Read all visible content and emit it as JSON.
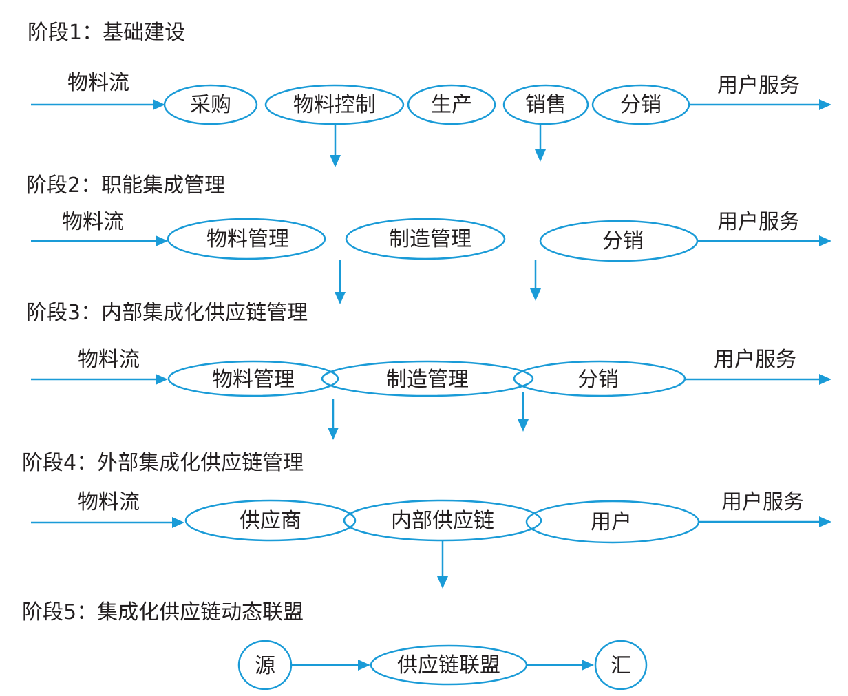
{
  "colors": {
    "accent": "#1a9bd7",
    "text": "#231f20"
  },
  "stages": [
    {
      "title": "阶段1：基础建设",
      "left_label": "物料流",
      "right_label": "用户服务",
      "nodes": [
        "采购",
        "物料控制",
        "生产",
        "销售",
        "分销"
      ]
    },
    {
      "title": "阶段2：职能集成管理",
      "left_label": "物料流",
      "right_label": "用户服务",
      "nodes": [
        "物料管理",
        "制造管理",
        "分销"
      ]
    },
    {
      "title": "阶段3：内部集成化供应链管理",
      "left_label": "物料流",
      "right_label": "用户服务",
      "nodes": [
        "物料管理",
        "制造管理",
        "分销"
      ]
    },
    {
      "title": "阶段4：外部集成化供应链管理",
      "left_label": "物料流",
      "right_label": "用户服务",
      "nodes": [
        "供应商",
        "内部供应链",
        "用户"
      ]
    },
    {
      "title": "阶段5：集成化供应链动态联盟",
      "nodes": [
        "源",
        "供应链联盟",
        "汇"
      ]
    }
  ]
}
